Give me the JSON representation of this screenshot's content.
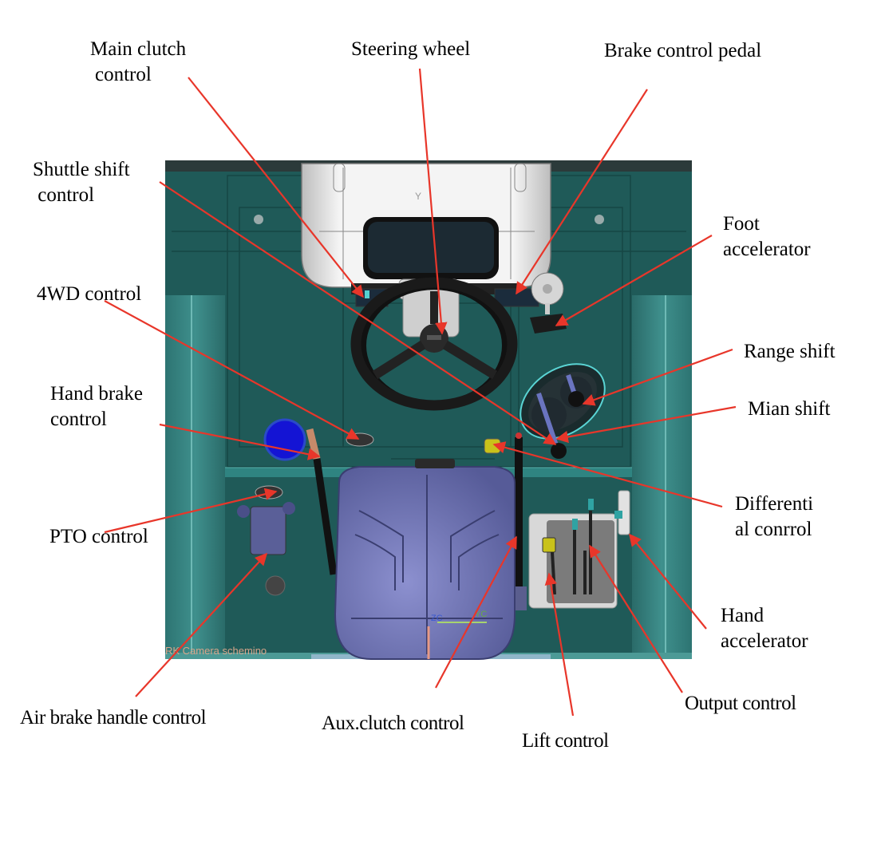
{
  "figure": {
    "camera_caption": "RK Camera schemino",
    "axis_labels": {
      "y_top": "Y",
      "zc": "ZC",
      "yc": "YC"
    },
    "colors": {
      "background": "#ffffff",
      "cabin_floor": "#1f5a58",
      "cabin_panel": "#2a6d6b",
      "side_wall": "#3a8a88",
      "seat": "#6a6fae",
      "leader_line": "#e8362a",
      "dashboard": "#e9e9e9",
      "display": "#1c2a33"
    }
  },
  "labels": {
    "main_clutch": [
      "Main clutch",
      "control"
    ],
    "steering_wheel": [
      "Steering wheel"
    ],
    "brake_pedal": [
      "Brake control pedal"
    ],
    "shuttle_shift": [
      "Shuttle shift",
      " control"
    ],
    "foot_accelerator": [
      "Foot",
      "accelerator"
    ],
    "fourwd": [
      "4WD control"
    ],
    "range_shift": [
      "Range shift"
    ],
    "hand_brake": [
      "Hand brake",
      "control"
    ],
    "main_shift": [
      "Mian shift"
    ],
    "differential": [
      "Differenti",
      "al conrrol"
    ],
    "pto": [
      "PTO control"
    ],
    "hand_accelerator": [
      "Hand",
      "accelerator"
    ],
    "air_brake": [
      "Air brake handle control"
    ],
    "aux_clutch": [
      "Aux.clutch control"
    ],
    "lift": [
      "Lift control"
    ],
    "output": [
      "Output control"
    ]
  }
}
